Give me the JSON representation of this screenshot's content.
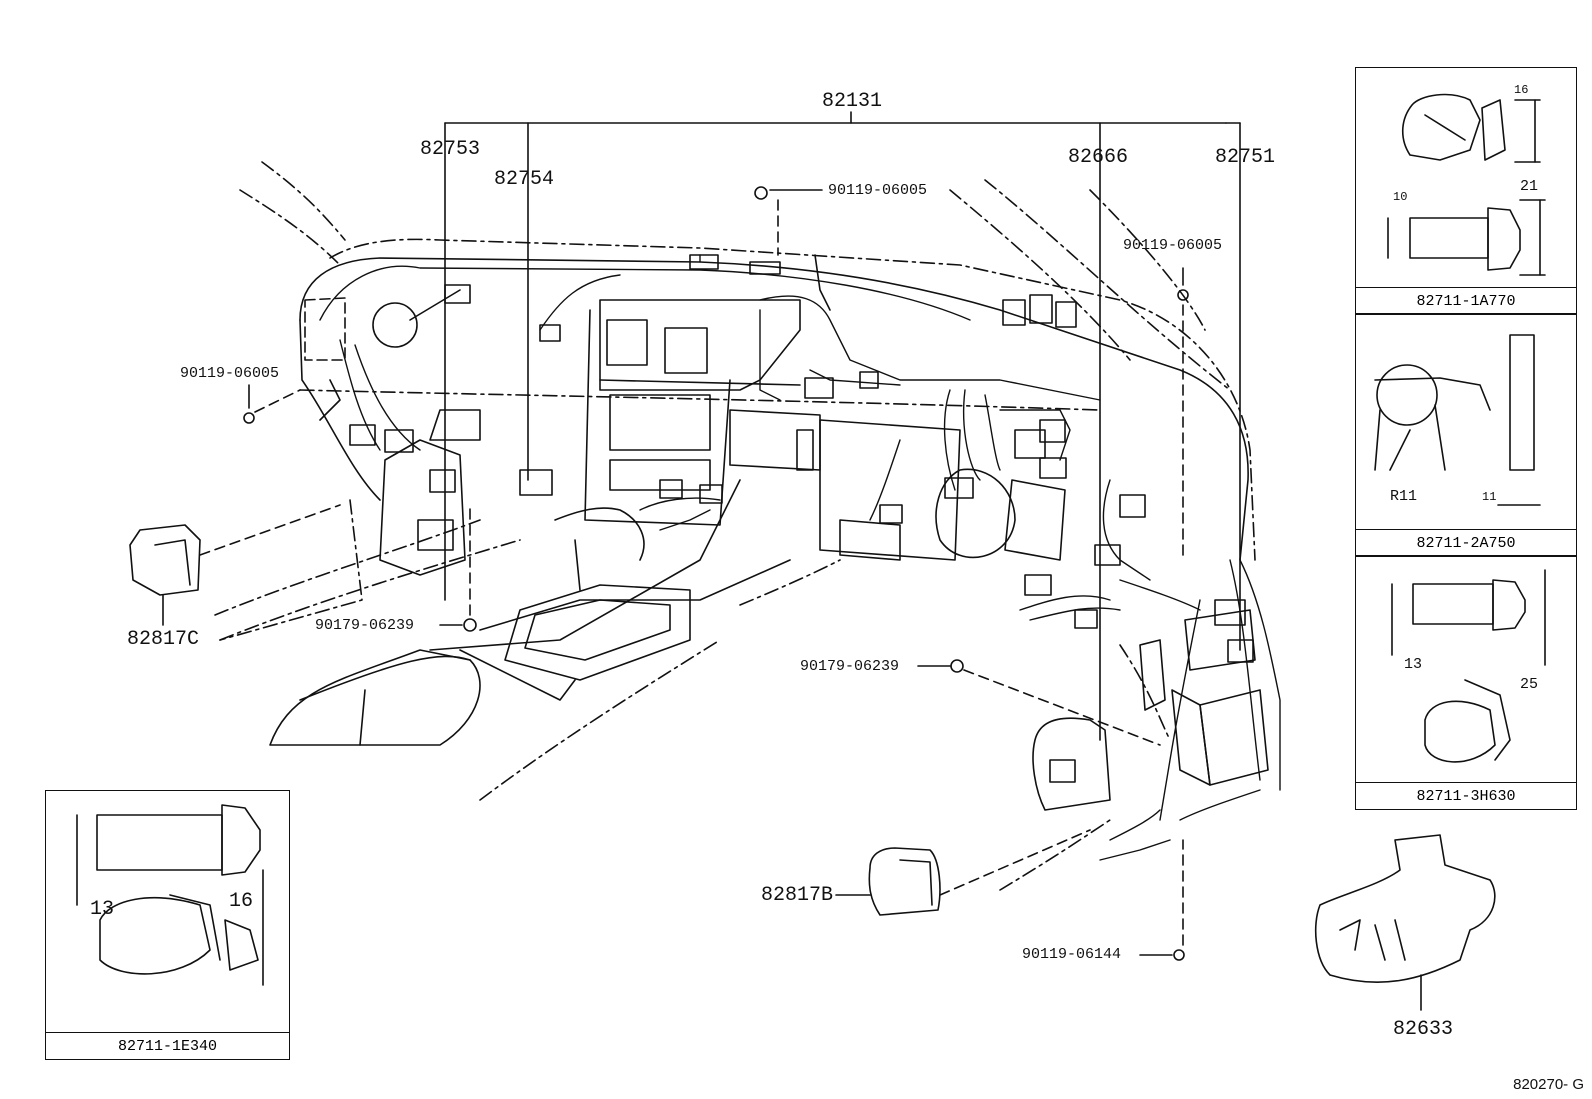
{
  "callouts": {
    "main_harness": "82131",
    "c82753": "82753",
    "c82754": "82754",
    "c82666": "82666",
    "c82751": "82751",
    "bolt_top": "90119-06005",
    "bolt_right": "90119-06005",
    "bolt_left": "90119-06005",
    "nut_left": "90179-06239",
    "nut_center": "90179-06239",
    "bolt_bottom": "90119-06144",
    "bracket_c": "82817C",
    "bracket_b": "82817B",
    "protector": "82633"
  },
  "insets": [
    {
      "part": "82711-1A770",
      "dims": [
        "16",
        "10",
        "21"
      ]
    },
    {
      "part": "82711-2A750",
      "dims": [
        "R11",
        "11"
      ]
    },
    {
      "part": "82711-3H630",
      "dims": [
        "13",
        "25"
      ]
    },
    {
      "part": "82711-1E340",
      "dims": [
        "13",
        "16"
      ]
    }
  ],
  "figure_code": "820270- G"
}
